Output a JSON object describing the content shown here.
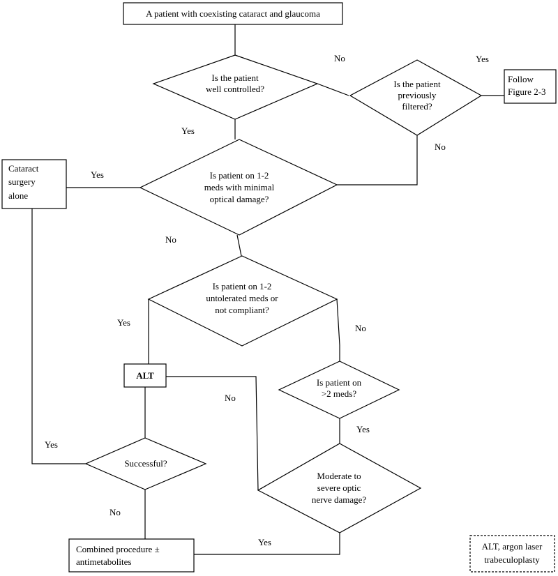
{
  "nodes": {
    "start": "A patient with coexisting cataract and glaucoma",
    "well_controlled": [
      "Is the patient",
      "well controlled?"
    ],
    "previously_filtered": [
      "Is the patient",
      "previously",
      "filtered?"
    ],
    "follow_figure": [
      "Follow",
      "Figure 2-3"
    ],
    "minimal_damage": [
      "Is patient on 1-2",
      "meds with minimal",
      "optical damage?"
    ],
    "cataract_alone": [
      "Cataract",
      "surgery",
      "alone"
    ],
    "untolerated": [
      "Is patient on 1-2",
      "untolerated meds or",
      "not compliant?"
    ],
    "alt": "ALT",
    "more_meds": [
      "Is patient on",
      ">2 meds?"
    ],
    "successful": "Successful?",
    "moderate_damage": [
      "Moderate to",
      "severe optic",
      "nerve damage?"
    ],
    "combined": [
      "Combined procedure ±",
      "antimetabolites"
    ],
    "legend": [
      "ALT, argon laser",
      "trabeculoplasty"
    ]
  },
  "edge_labels": {
    "wc_no": "No",
    "pf_yes": "Yes",
    "pf_no": "No",
    "wc_yes": "Yes",
    "md_yes": "Yes",
    "md_no": "No",
    "un_yes": "Yes",
    "un_no": "No",
    "alt_no": "No",
    "mm_yes": "Yes",
    "succ_yes": "Yes",
    "succ_no": "No",
    "mod_yes": "Yes"
  }
}
